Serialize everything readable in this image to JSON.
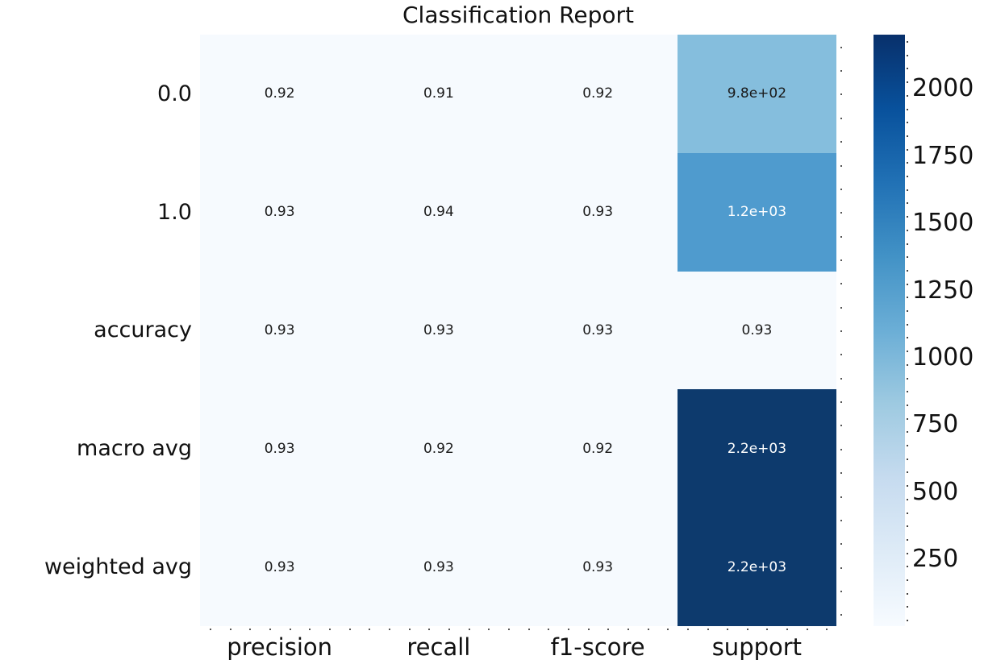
{
  "title": "Classification Report",
  "chart_data": {
    "type": "heatmap",
    "title": "Classification Report",
    "rows": [
      "0.0",
      "1.0",
      "accuracy",
      "macro avg",
      "weighted avg"
    ],
    "columns": [
      "precision",
      "recall",
      "f1-score",
      "support"
    ],
    "values": [
      [
        0.92,
        0.91,
        0.92,
        980
      ],
      [
        0.93,
        0.94,
        0.93,
        1200
      ],
      [
        0.93,
        0.93,
        0.93,
        0.93
      ],
      [
        0.93,
        0.92,
        0.92,
        2200
      ],
      [
        0.93,
        0.93,
        0.93,
        2200
      ]
    ],
    "cell_labels": [
      [
        "0.92",
        "0.91",
        "0.92",
        "9.8e+02"
      ],
      [
        "0.93",
        "0.94",
        "0.93",
        "1.2e+03"
      ],
      [
        "0.93",
        "0.93",
        "0.93",
        "0.93"
      ],
      [
        "0.93",
        "0.92",
        "0.92",
        "2.2e+03"
      ],
      [
        "0.93",
        "0.93",
        "0.93",
        "2.2e+03"
      ]
    ],
    "colormap": "Blues",
    "vmin": 0.91,
    "vmax": 2200,
    "colorbar_ticks": [
      "250",
      "500",
      "750",
      "1000",
      "1250",
      "1500",
      "1750",
      "2000"
    ],
    "colorbar_tick_values": [
      250,
      500,
      750,
      1000,
      1250,
      1500,
      1750,
      2000
    ],
    "legend_position": "right",
    "grid": false
  },
  "heatmap": {
    "cell_colors": [
      [
        "#f6fafe",
        "#f6fafe",
        "#f6fafe",
        "#85bedd"
      ],
      [
        "#f6fafe",
        "#f6fafe",
        "#f6fafe",
        "#4f9bce"
      ],
      [
        "#f6fafe",
        "#f6fafe",
        "#f6fafe",
        "#f6fafe"
      ],
      [
        "#f6fafe",
        "#f6fafe",
        "#f6fafe",
        "#0d3a6d"
      ],
      [
        "#f6fafe",
        "#f6fafe",
        "#f6fafe",
        "#0d3a6d"
      ]
    ],
    "cell_text_colors": [
      [
        "#1a1a1a",
        "#1a1a1a",
        "#1a1a1a",
        "#1a1a1a"
      ],
      [
        "#1a1a1a",
        "#1a1a1a",
        "#1a1a1a",
        "#ffffff"
      ],
      [
        "#1a1a1a",
        "#1a1a1a",
        "#1a1a1a",
        "#1a1a1a"
      ],
      [
        "#1a1a1a",
        "#1a1a1a",
        "#1a1a1a",
        "#ffffff"
      ],
      [
        "#1a1a1a",
        "#1a1a1a",
        "#1a1a1a",
        "#ffffff"
      ]
    ],
    "colormap_stops": [
      "#f7fbff",
      "#deebf7",
      "#c6dbef",
      "#9ecae1",
      "#6baed6",
      "#4292c6",
      "#2171b5",
      "#08519c",
      "#08306b"
    ]
  }
}
